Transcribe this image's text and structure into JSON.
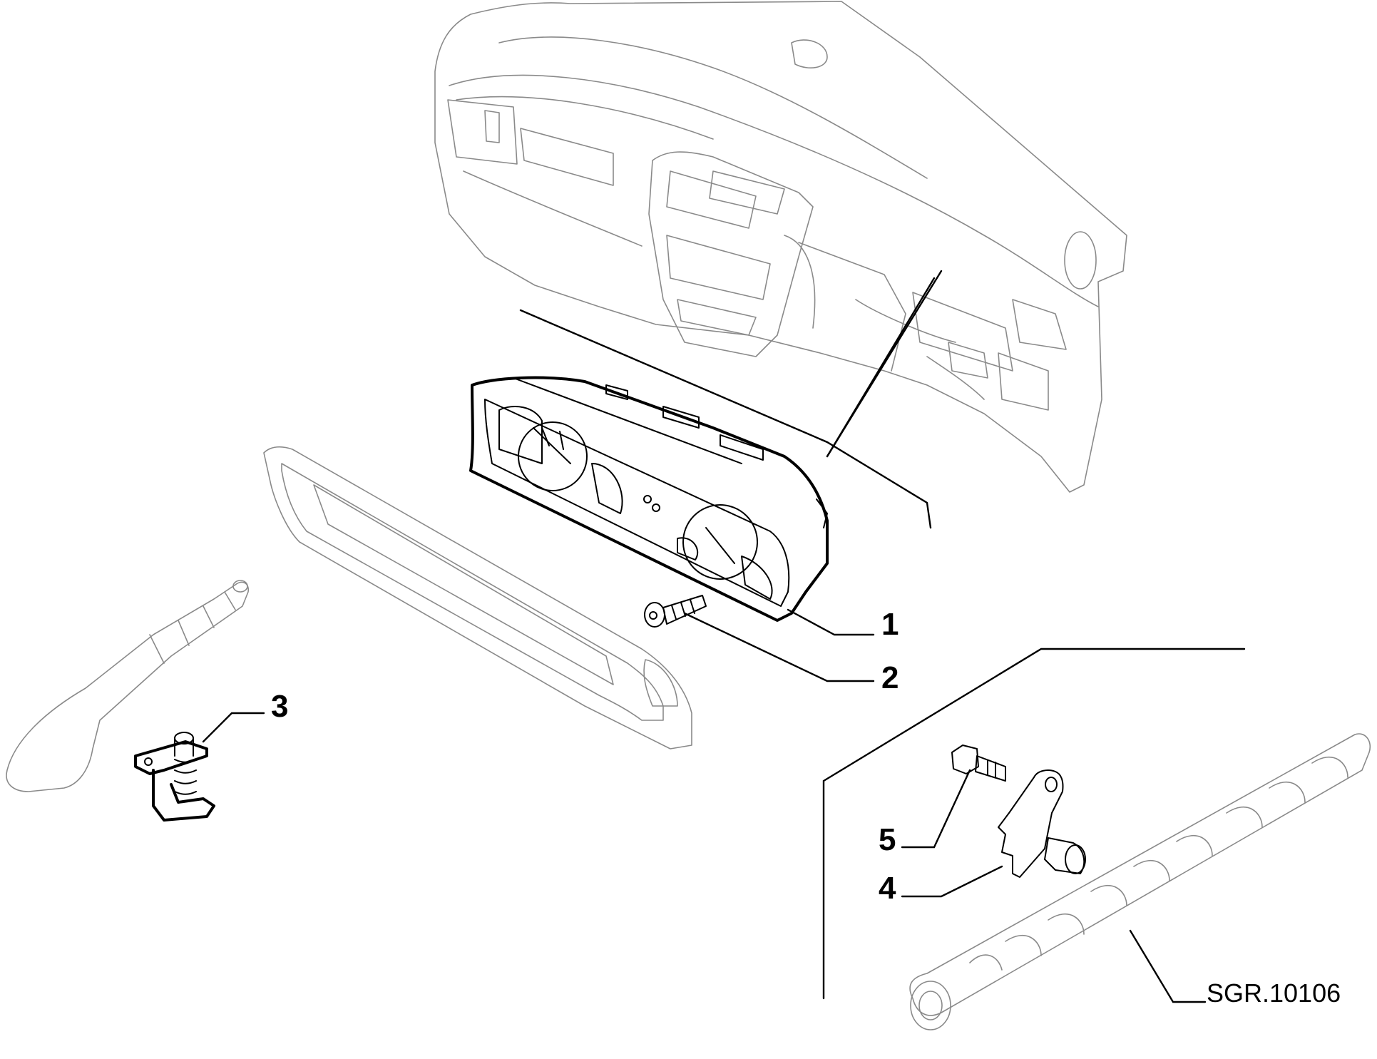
{
  "callouts": [
    {
      "id": "1",
      "label": "1"
    },
    {
      "id": "2",
      "label": "2"
    },
    {
      "id": "3",
      "label": "3"
    },
    {
      "id": "4",
      "label": "4"
    },
    {
      "id": "5",
      "label": "5"
    }
  ],
  "reference_code": "SGR.10106"
}
